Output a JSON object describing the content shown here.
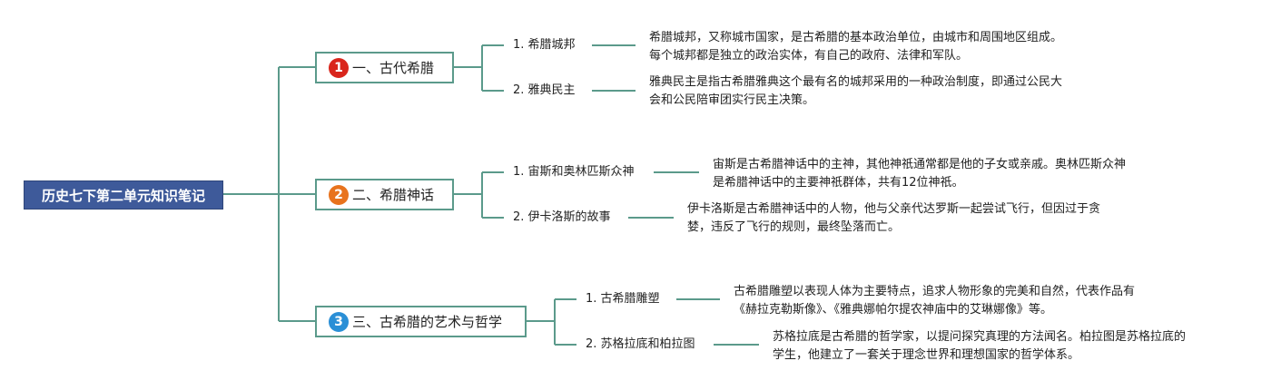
{
  "root": {
    "label": "历史七下第二单元知识笔记"
  },
  "topics": [
    {
      "badge": "1",
      "label": "一、古代希腊",
      "badge_color": "#d9261c",
      "subs": [
        {
          "label": "1. 希腊城邦",
          "desc": [
            "希腊城邦，又称城市国家，是古希腊的基本政治单位，由城市和周围地区组成。",
            "每个城邦都是独立的政治实体，有自己的政府、法律和军队。"
          ]
        },
        {
          "label": "2. 雅典民主",
          "desc": [
            "雅典民主是指古希腊雅典这个最有名的城邦采用的一种政治制度，即通过公民大",
            "会和公民陪审团实行民主决策。"
          ]
        }
      ]
    },
    {
      "badge": "2",
      "label": "二、希腊神话",
      "badge_color": "#e8731d",
      "subs": [
        {
          "label": "1. 宙斯和奥林匹斯众神",
          "desc": [
            "宙斯是古希腊神话中的主神，其他神祇通常都是他的子女或亲戚。奥林匹斯众神",
            "是希腊神话中的主要神祇群体，共有12位神祇。"
          ]
        },
        {
          "label": "2. 伊卡洛斯的故事",
          "desc": [
            "伊卡洛斯是古希腊神话中的人物，他与父亲代达罗斯一起尝试飞行，但因过于贪",
            "婪，违反了飞行的规则，最终坠落而亡。"
          ]
        }
      ]
    },
    {
      "badge": "3",
      "label": "三、古希腊的艺术与哲学",
      "badge_color": "#2a8fd6",
      "subs": [
        {
          "label": "1. 古希腊雕塑",
          "desc": [
            "古希腊雕塑以表现人体为主要特点，追求人物形象的完美和自然，代表作品有",
            "《赫拉克勒斯像》、《雅典娜帕尔提农神庙中的艾琳娜像》等。"
          ]
        },
        {
          "label": "2. 苏格拉底和柏拉图",
          "desc": [
            "苏格拉底是古希腊的哲学家，以提问探究真理的方法闻名。柏拉图是苏格拉底的",
            "学生，他建立了一套关于理念世界和理想国家的哲学体系。"
          ]
        }
      ]
    }
  ],
  "colors": {
    "connector": "#5b9a8b",
    "root_bg": "#3e5a9a"
  }
}
